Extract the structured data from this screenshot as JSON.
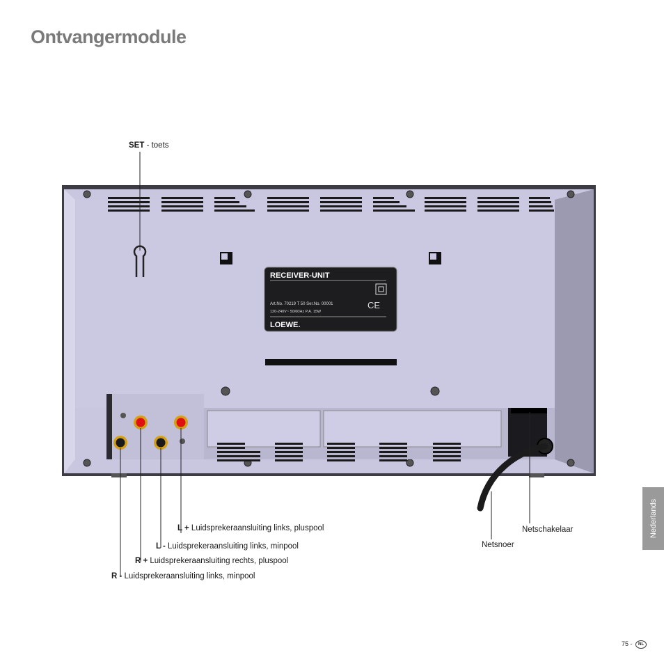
{
  "page": {
    "title": "Ontvangermodule",
    "language_tab": "Nederlands",
    "page_number": "75 -",
    "lang_badge": "NL"
  },
  "device_label": {
    "title": "RECEIVER-UNIT",
    "line1": "Art.No. 70219 T 50   Ser.No. 00001",
    "line2": "120-240V~  50/60Hz  P.A. 15W",
    "brand": "LOEWE."
  },
  "callouts": {
    "set_key": {
      "bold": "SET",
      "text": " - toets"
    },
    "l_plus": {
      "bold": "L +",
      "text": " Luidsprekeraansluiting links, pluspool"
    },
    "l_minus": {
      "bold": "L -",
      "text": " Luidsprekeraansluiting links, minpool"
    },
    "r_plus": {
      "bold": "R +",
      "text": " Luidsprekeraansluiting rechts, pluspool"
    },
    "r_minus": {
      "bold": "R -",
      "text": " Luidsprekeraansluiting links, minpool"
    },
    "power_cord": "Netsnoer",
    "power_switch": "Netschakelaar"
  },
  "colors": {
    "device_body": "#c9c6e0",
    "device_side": "#9a98ad",
    "terminal_red": "#e01010",
    "terminal_black": "#1a1a1a",
    "terminal_ring": "#d4a017"
  }
}
